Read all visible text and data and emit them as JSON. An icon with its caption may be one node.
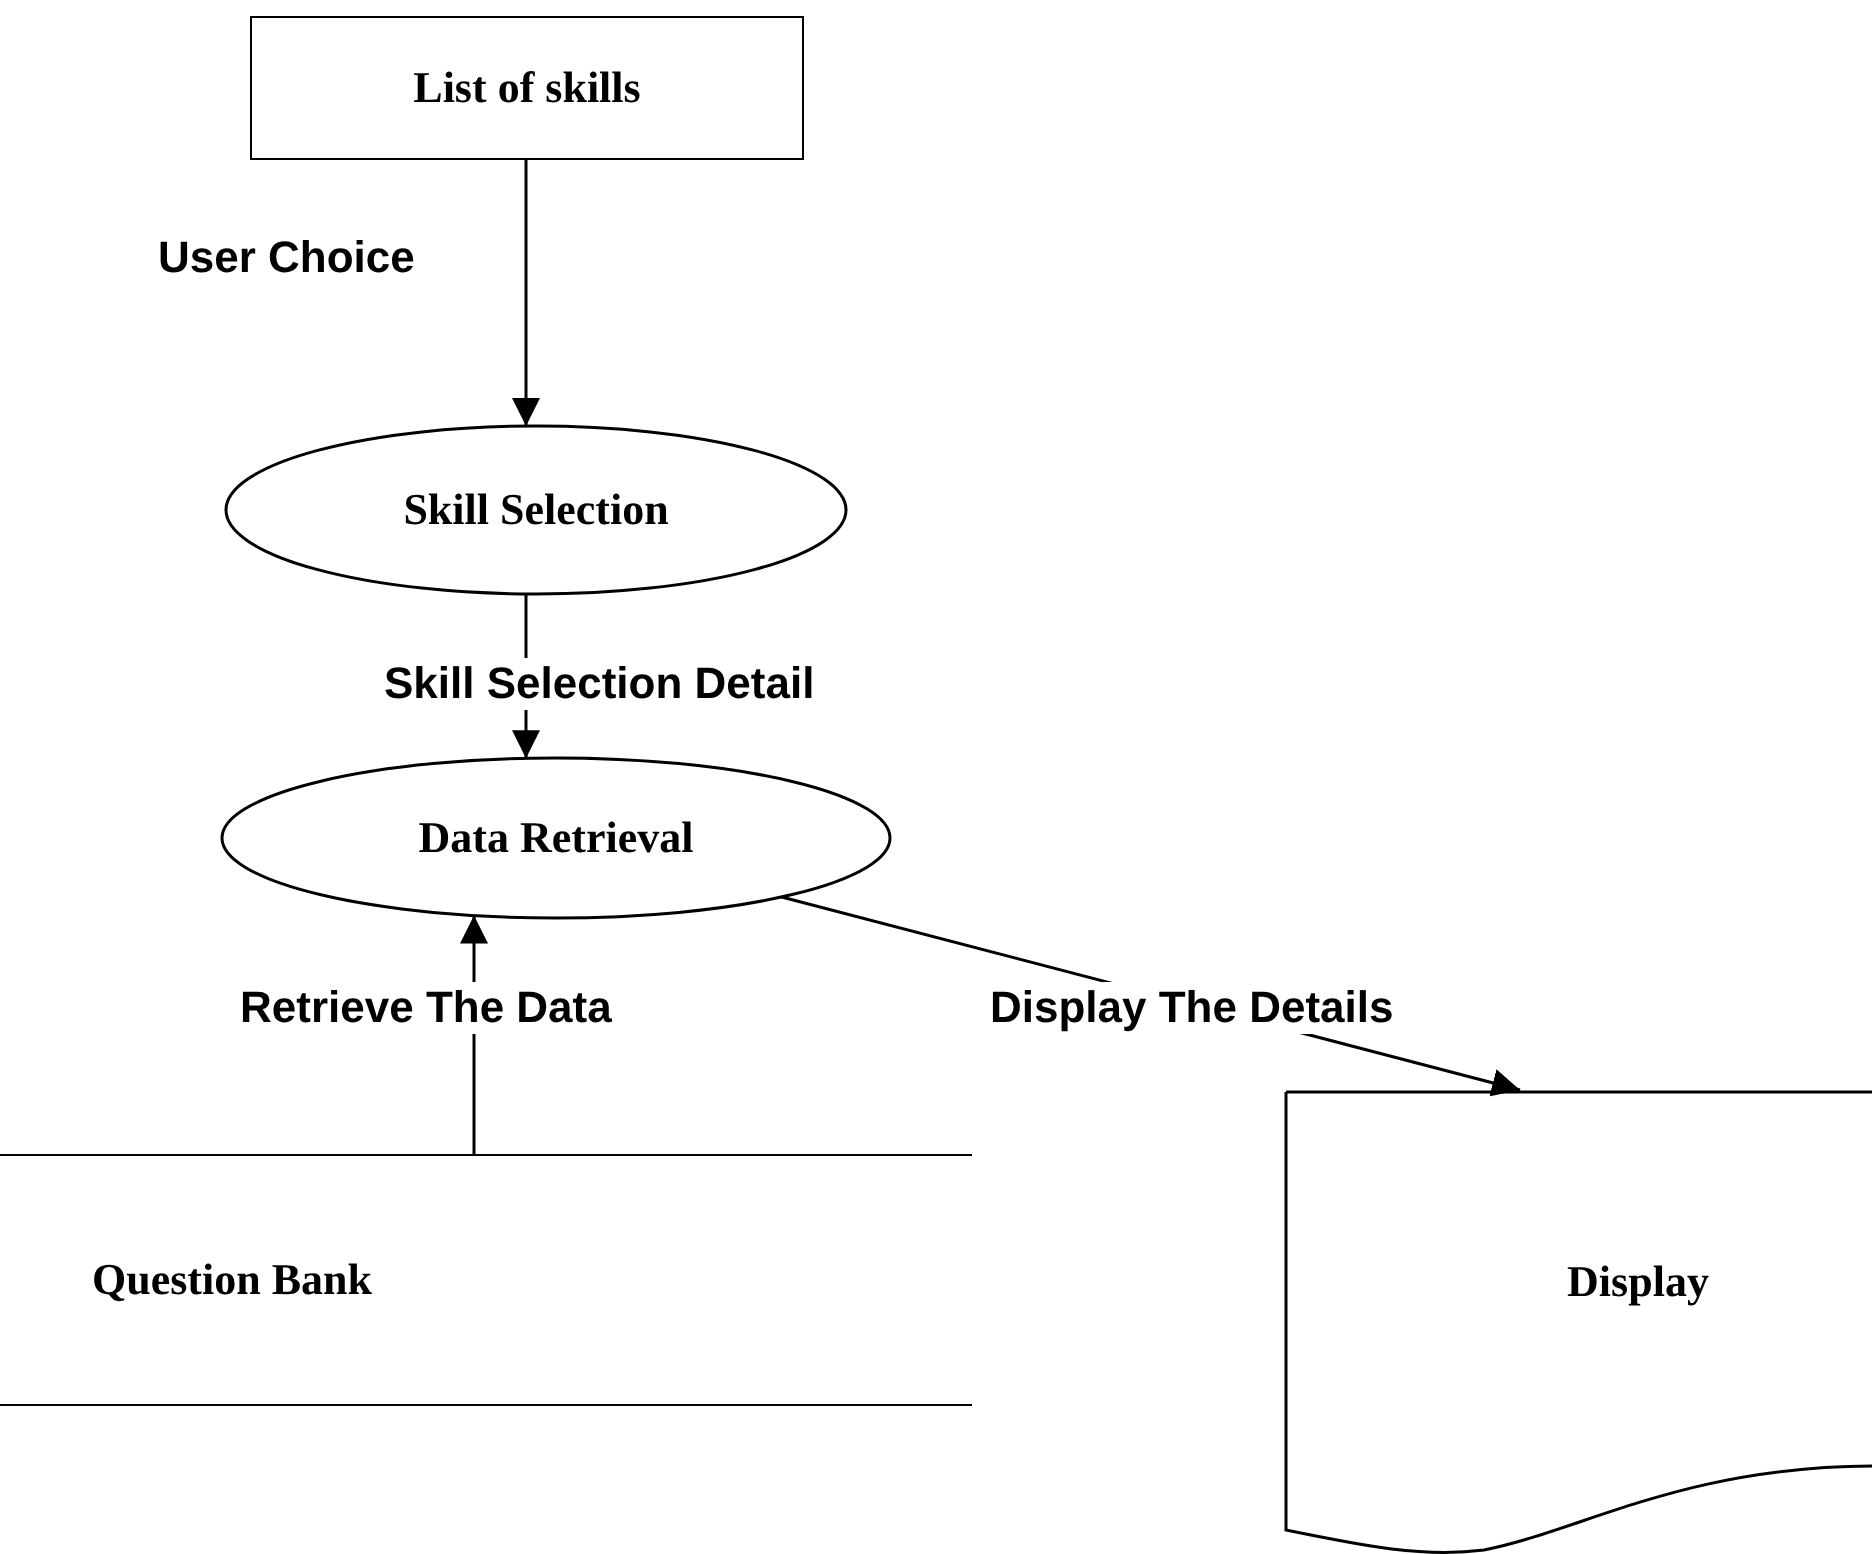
{
  "diagram": {
    "nodes": [
      {
        "text": [
          "List of skills"
        ]
      },
      {
        "text": [
          "Skill Selection"
        ]
      },
      {
        "text": [
          "Data Retrieval"
        ]
      },
      {
        "text": [
          "Question Bank"
        ]
      },
      {
        "text": [
          "Display"
        ]
      }
    ],
    "edges": [
      {
        "from": 0,
        "to": 1,
        "arrow": "to",
        "label": "User Choice"
      },
      {
        "from": 1,
        "to": 2,
        "arrow": "to",
        "label": "Skill Selection Detail"
      },
      {
        "from": 3,
        "to": 2,
        "arrow": "to",
        "label": "Retrieve The Data"
      },
      {
        "from": 2,
        "to": 4,
        "arrow": "to",
        "label": "Display The Details"
      }
    ]
  }
}
